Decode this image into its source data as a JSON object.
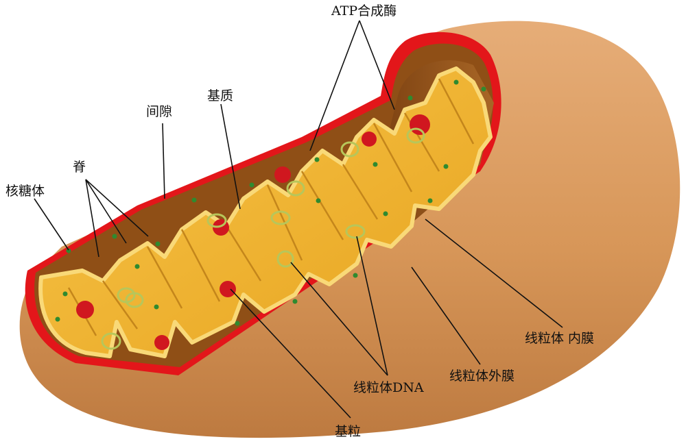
{
  "labels": {
    "atp_synthase": "ATP合成酶",
    "intermembrane_space": "间隙",
    "matrix": "基质",
    "cristae": "脊",
    "ribosome": "核糖体",
    "inner_membrane": "线粒体 内膜",
    "outer_membrane": "线粒体外膜",
    "mtdna": "线粒体DNA",
    "granule": "基粒"
  },
  "colors": {
    "outer_shell": "#d99a62",
    "shell_shadow": "#b9763f",
    "outer_membrane_edge": "#e3161a",
    "intermembrane": "#8f4f16",
    "matrix_fill": "#f2b52c",
    "crista_edge": "#f9d978",
    "ribosome_dot": "#2f8a2f",
    "granule_red": "#d0171f",
    "dna_ring": "#b7c65a"
  }
}
